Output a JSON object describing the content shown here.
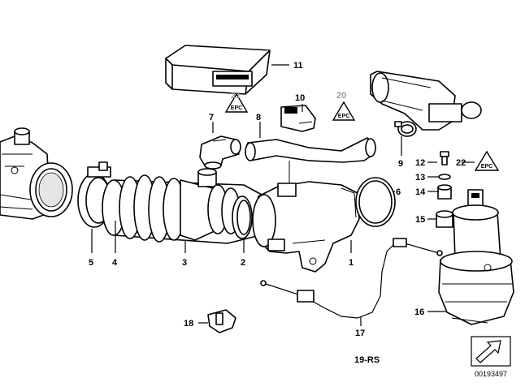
{
  "parts": {
    "p1": "1",
    "p2": "2",
    "p3": "3",
    "p4": "4",
    "p5": "5",
    "p6": "6",
    "p7": "7",
    "p8": "8",
    "p9": "9",
    "p10": "10",
    "p11": "11",
    "p12": "12",
    "p13": "13",
    "p14": "14",
    "p15": "15",
    "p16": "16",
    "p17": "17",
    "p18": "18",
    "p20": "20",
    "p21": "21",
    "p22": "22"
  },
  "footer": {
    "diagram_code": "19-RS",
    "image_number": "00193497"
  },
  "colors": {
    "line": "#000000",
    "background": "#ffffff",
    "reference_label": "#9a9a9a"
  },
  "icons": [
    "warning-triangle-icon",
    "direction-arrow-icon"
  ]
}
